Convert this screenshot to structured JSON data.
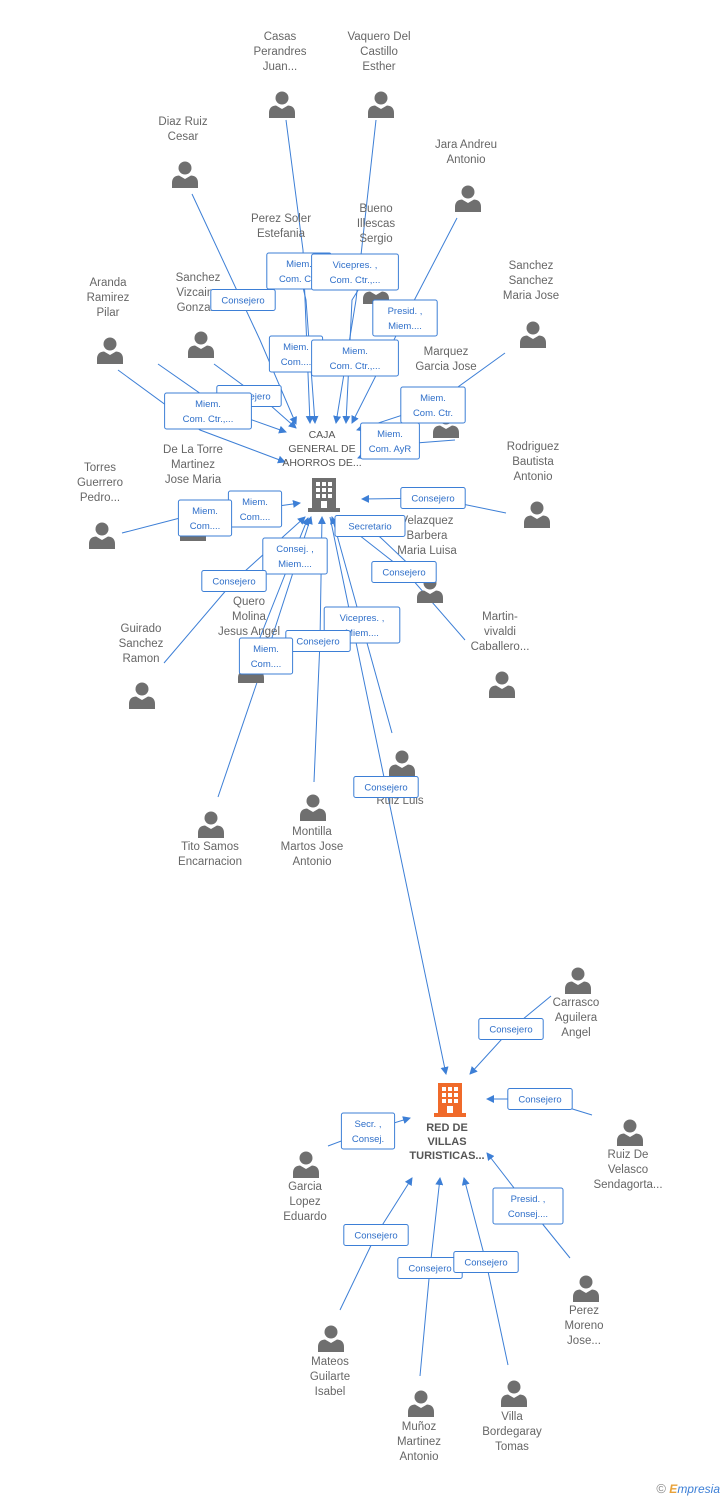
{
  "colors": {
    "edge": "#3d7fd6",
    "person_icon": "#6f6f6f",
    "company_gray": "#6f6f6f",
    "company_orange": "#f06a2a"
  },
  "companies": [
    {
      "id": "caja",
      "label": [
        "CAJA",
        "GENERAL DE",
        "AHORROS DE..."
      ],
      "icon": "building-icon",
      "color": "gray"
    },
    {
      "id": "red",
      "label": [
        "RED DE",
        "VILLAS",
        "TURISTICAS..."
      ],
      "icon": "building-icon",
      "color": "orange"
    }
  ],
  "people": [
    {
      "id": "casas",
      "label": [
        "Casas",
        "Perandres",
        "Juan..."
      ]
    },
    {
      "id": "vaquero",
      "label": [
        "Vaquero Del",
        "Castillo",
        "Esther"
      ]
    },
    {
      "id": "diaz",
      "label": [
        "Diaz Ruiz",
        "Cesar"
      ]
    },
    {
      "id": "jara",
      "label": [
        "Jara Andreu",
        "Antonio"
      ]
    },
    {
      "id": "perezsoler",
      "label": [
        "Perez Soler",
        "Estefania"
      ]
    },
    {
      "id": "bueno",
      "label": [
        "Bueno",
        "Illescas",
        "Sergio"
      ]
    },
    {
      "id": "sanchezsm",
      "label": [
        "Sanchez",
        "Sanchez",
        "Maria Jose"
      ]
    },
    {
      "id": "aranda",
      "label": [
        "Aranda",
        "Ramirez",
        "Pilar"
      ]
    },
    {
      "id": "sanchezvg",
      "label": [
        "Sanchez",
        "Vizcaino",
        "Gonzalo"
      ]
    },
    {
      "id": "marquez",
      "label": [
        "Marquez",
        "Garcia Jose"
      ]
    },
    {
      "id": "rodriguez",
      "label": [
        "Rodriguez",
        "Bautista",
        "Antonio"
      ]
    },
    {
      "id": "torres",
      "label": [
        "Torres",
        "Guerrero",
        "Pedro..."
      ]
    },
    {
      "id": "delatorre",
      "label": [
        "De La Torre",
        "Martinez",
        "Jose Maria"
      ]
    },
    {
      "id": "velazquez",
      "label": [
        "Velazquez",
        "Barbera",
        "Maria Luisa"
      ]
    },
    {
      "id": "martin",
      "label": [
        "Martin-",
        "vivaldi",
        "Caballero..."
      ]
    },
    {
      "id": "quero",
      "label": [
        "Quero",
        "Molina",
        "Jesus Angel"
      ]
    },
    {
      "id": "guirado",
      "label": [
        "Guirado",
        "Sanchez",
        "Ramon"
      ]
    },
    {
      "id": "ruizluis",
      "label": [
        "...z",
        "Ruiz Luis"
      ]
    },
    {
      "id": "tito",
      "label": [
        "Tito Samos",
        "Encarnacion"
      ]
    },
    {
      "id": "montilla",
      "label": [
        "Montilla",
        "Martos Jose",
        "Antonio"
      ]
    },
    {
      "id": "carrasco",
      "label": [
        "Carrasco",
        "Aguilera",
        "Angel"
      ]
    },
    {
      "id": "ruizdevelasco",
      "label": [
        "Ruiz De",
        "Velasco",
        "Sendagorta..."
      ]
    },
    {
      "id": "garcia",
      "label": [
        "Garcia",
        "Lopez",
        "Eduardo"
      ]
    },
    {
      "id": "perezmoreno",
      "label": [
        "Perez",
        "Moreno",
        "Jose..."
      ]
    },
    {
      "id": "mateos",
      "label": [
        "Mateos",
        "Guilarte",
        "Isabel"
      ]
    },
    {
      "id": "munoz",
      "label": [
        "Muñoz",
        "Martinez",
        "Antonio"
      ]
    },
    {
      "id": "villa",
      "label": [
        "Villa",
        "Bordegaray",
        "Tomas"
      ]
    }
  ],
  "roles": [
    {
      "id": "r-perezsoler",
      "lines": [
        "Miem.",
        "Com. Ctr."
      ]
    },
    {
      "id": "r-bueno",
      "lines": [
        "Vicepres. ,",
        "Com. Ctr.,..."
      ]
    },
    {
      "id": "r-diaz",
      "lines": [
        "Consejero"
      ]
    },
    {
      "id": "r-jara",
      "lines": [
        "Presid. ,",
        "Miem...."
      ]
    },
    {
      "id": "r-casas",
      "lines": [
        "Miem.",
        "Com...."
      ]
    },
    {
      "id": "r-vaquero",
      "lines": [
        "Miem.",
        "Com. Ctr.,..."
      ]
    },
    {
      "id": "r-sanchezvg",
      "lines": [
        "Consejero"
      ]
    },
    {
      "id": "r-aranda",
      "lines": [
        "Miem.",
        "Com. Ctr.,..."
      ]
    },
    {
      "id": "r-sanchezsm",
      "lines": [
        "Miem.",
        "Com. Ctr."
      ]
    },
    {
      "id": "r-marquez",
      "lines": [
        "Miem.",
        "Com. AyR"
      ]
    },
    {
      "id": "r-rodriguez",
      "lines": [
        "Consejero"
      ]
    },
    {
      "id": "r-delatorre",
      "lines": [
        "Miem.",
        "Com...."
      ]
    },
    {
      "id": "r-torres",
      "lines": [
        "Miem.",
        "Com...."
      ]
    },
    {
      "id": "r-velazquez",
      "lines": [
        "Secretario"
      ]
    },
    {
      "id": "r-quero",
      "lines": [
        "Consej. ,",
        "Miem...."
      ]
    },
    {
      "id": "r-martin",
      "lines": [
        "Consejero"
      ]
    },
    {
      "id": "r-guirado",
      "lines": [
        "Consejero"
      ]
    },
    {
      "id": "r-ruizluis",
      "lines": [
        "Vicepres. ,",
        "Miem...."
      ]
    },
    {
      "id": "r-montilla",
      "lines": [
        "Consejero"
      ]
    },
    {
      "id": "r-tito",
      "lines": [
        "Miem.",
        "Com...."
      ]
    },
    {
      "id": "r-caja-red",
      "lines": [
        "Consejero"
      ]
    },
    {
      "id": "r-carrasco",
      "lines": [
        "Consejero"
      ]
    },
    {
      "id": "r-ruizdevelasco",
      "lines": [
        "Consejero"
      ]
    },
    {
      "id": "r-garcia",
      "lines": [
        "Secr. ,",
        "Consej."
      ]
    },
    {
      "id": "r-perezmoreno",
      "lines": [
        "Presid. ,",
        "Consej...."
      ]
    },
    {
      "id": "r-mateos",
      "lines": [
        "Consejero"
      ]
    },
    {
      "id": "r-munoz",
      "lines": [
        "Consejero"
      ]
    },
    {
      "id": "r-villa",
      "lines": [
        "Consejero"
      ]
    }
  ],
  "footer": {
    "copyright": "©",
    "brand_initial": "E",
    "brand_rest": "mpresia"
  }
}
